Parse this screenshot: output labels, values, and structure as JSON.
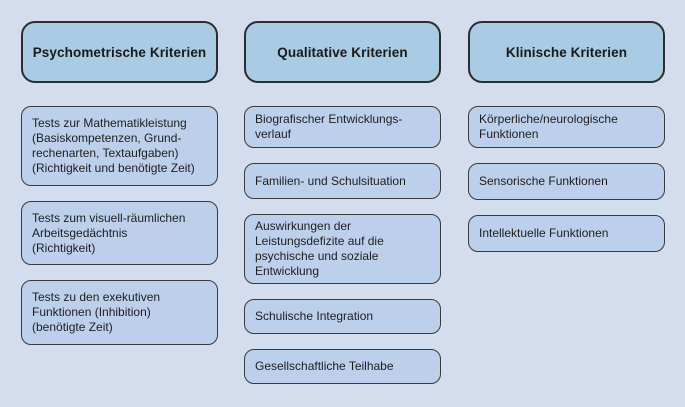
{
  "colors": {
    "background": "#d3ddee",
    "header_fill": "#a9cbe4",
    "item_fill": "#bdd0eb",
    "border": "#333333",
    "text": "#1d1d1f"
  },
  "columns": [
    {
      "header": "Psychometrische Kriterien",
      "items": [
        {
          "lines": [
            "Tests zur Mathematikleistung",
            "(Basiskompetenzen, Grund-",
            "rechenarten, Textaufgaben)",
            "(Richtigkeit und benötigte Zeit)"
          ]
        },
        {
          "lines": [
            "Tests zum visuell-räumlichen",
            "Arbeitsgedächtnis",
            "(Richtigkeit)"
          ]
        },
        {
          "lines": [
            "Tests zu den exekutiven",
            "Funktionen (Inhibition)",
            "(benötigte Zeit)"
          ]
        }
      ]
    },
    {
      "header": "Qualitative Kriterien",
      "items": [
        {
          "lines": [
            "Biografischer Entwicklungs-",
            "verlauf"
          ]
        },
        {
          "lines": [
            "Familien- und Schulsituation"
          ]
        },
        {
          "lines": [
            "Auswirkungen der",
            "Leistungsdefizite auf die",
            "psychische und soziale",
            "Entwicklung"
          ]
        },
        {
          "lines": [
            "Schulische Integration"
          ]
        },
        {
          "lines": [
            "Gesellschaftliche Teilhabe"
          ]
        }
      ]
    },
    {
      "header": "Klinische Kriterien",
      "items": [
        {
          "lines": [
            "Körperliche/neurologische",
            "Funktionen"
          ]
        },
        {
          "lines": [
            "Sensorische Funktionen"
          ]
        },
        {
          "lines": [
            "Intellektuelle Funktionen"
          ]
        }
      ]
    }
  ]
}
